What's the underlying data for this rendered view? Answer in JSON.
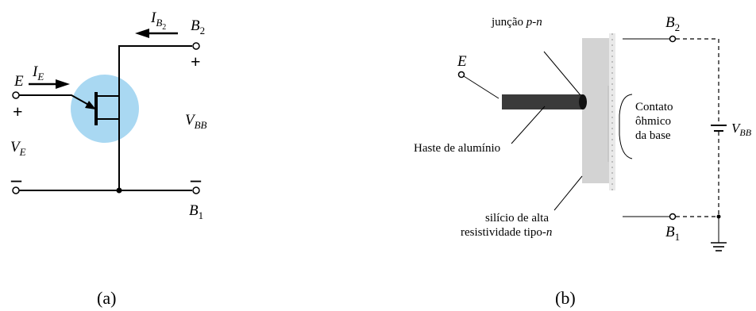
{
  "figure_a": {
    "caption": "(a)",
    "colors": {
      "circle": "#a9d8f2",
      "wire": "#000000"
    },
    "labels": {
      "E": "E",
      "IE": "I",
      "IE_sub": "E",
      "IB2": "I",
      "IB2_sub": "B",
      "IB2_subsub": "2",
      "B2": "B",
      "B2_sub": "2",
      "plus_B2": "+",
      "plus_E": "+",
      "VBB": "V",
      "VBB_sub": "BB",
      "VE": "V",
      "VE_sub": "E",
      "minus_E": "–",
      "minus_B1": "–",
      "B1": "B",
      "B1_sub": "1"
    }
  },
  "figure_b": {
    "caption": "(b)",
    "colors": {
      "silicon": "#d3d3d3",
      "rod": "#3a3a3a"
    },
    "labels": {
      "juncao": "junção ",
      "juncao_it": "p-n",
      "E": "E",
      "B2": "B",
      "B2_sub": "2",
      "contato_1": "Contato",
      "contato_2": "ôhmico",
      "contato_3": "da base",
      "VBB": "V",
      "VBB_sub": "BB",
      "haste": "Haste de alumínio",
      "silicio_1": "silício de alta",
      "silicio_2": "resistividade tipo-",
      "silicio_2_it": "n",
      "B1": "B",
      "B1_sub": "1"
    }
  }
}
